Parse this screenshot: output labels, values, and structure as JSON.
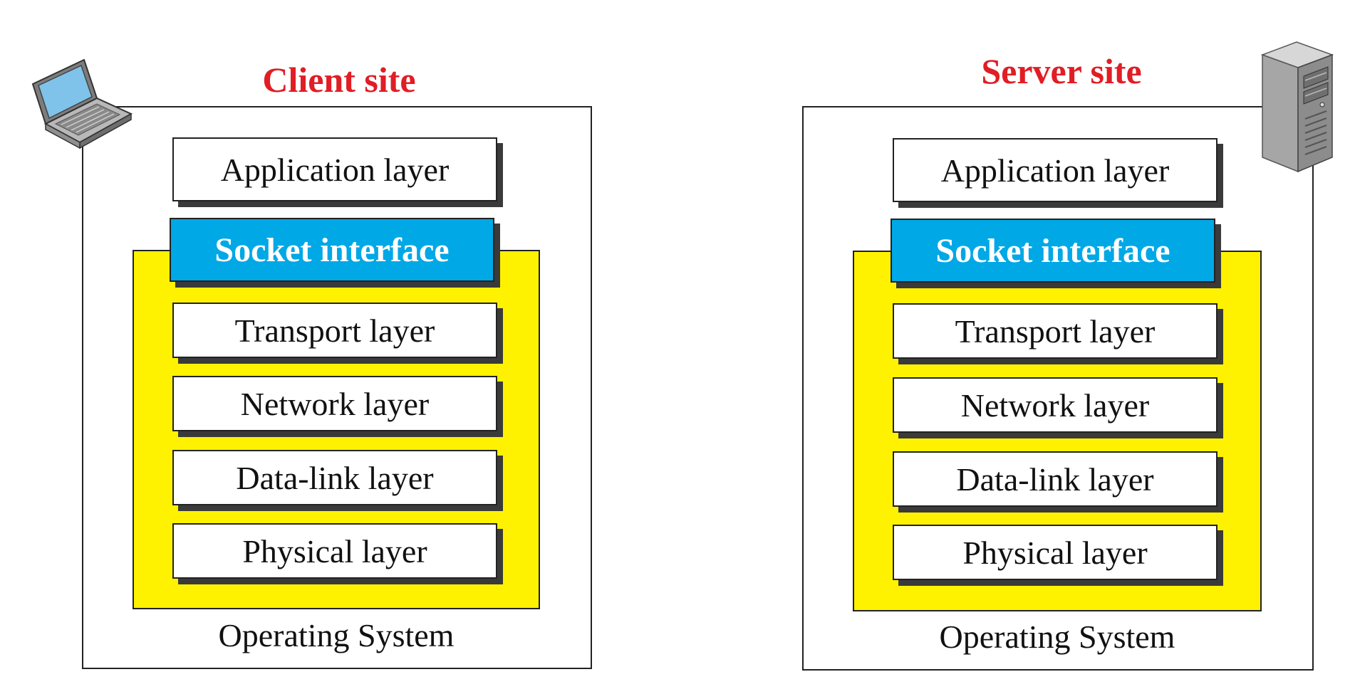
{
  "colors": {
    "title": "#e11d25",
    "socket_fill": "#00a8e6",
    "os_fill": "#fff200",
    "box_border": "#222222",
    "shadow": "#3a3a3a"
  },
  "client": {
    "title": "Client site",
    "icon": "laptop-icon",
    "layers": [
      "Application layer",
      "Socket interface",
      "Transport layer",
      "Network layer",
      "Data-link layer",
      "Physical layer"
    ],
    "os_label": "Operating System"
  },
  "server": {
    "title": "Server site",
    "icon": "server-icon",
    "layers": [
      "Application layer",
      "Socket interface",
      "Transport layer",
      "Network layer",
      "Data-link layer",
      "Physical layer"
    ],
    "os_label": "Operating System"
  }
}
